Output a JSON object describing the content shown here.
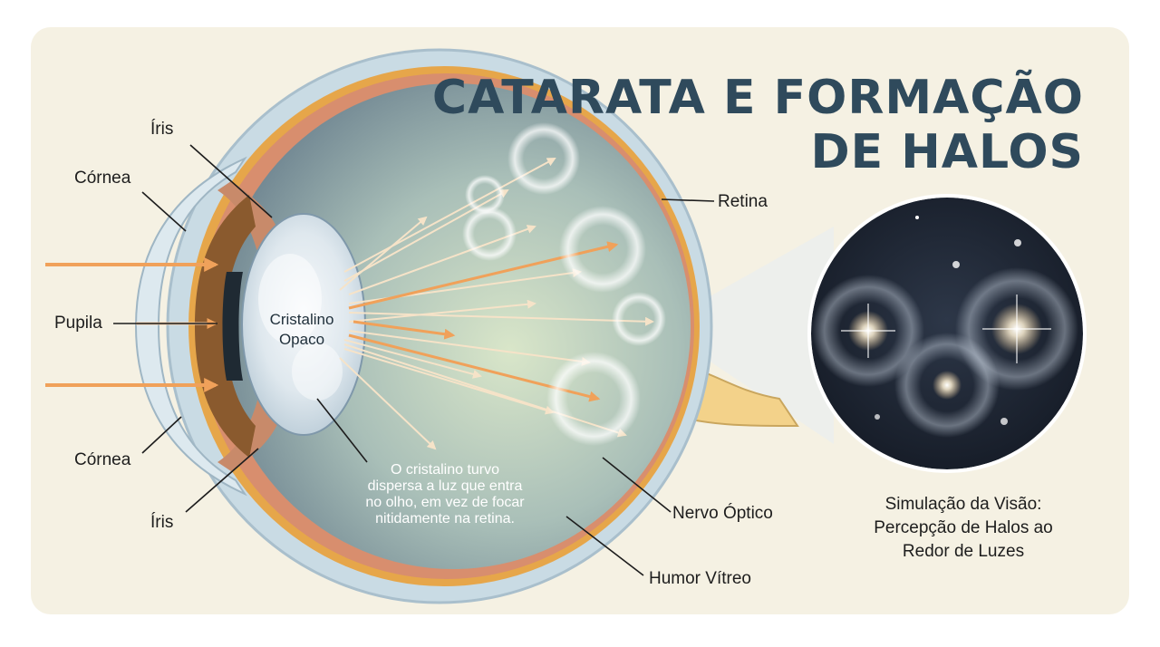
{
  "title": {
    "line1": "CATARATA E FORMAÇÃO",
    "line2": "DE HALOS"
  },
  "labels": {
    "iris_top": "Íris",
    "cornea_top": "Córnea",
    "pupila": "Pupila",
    "cornea_bottom": "Córnea",
    "iris_bottom": "Íris",
    "retina": "Retina",
    "nervo_optico": "Nervo Óptico",
    "humor_vitreo": "Humor Vítreo",
    "cristalino_line1": "Cristalino",
    "cristalino_line2": "Opaco"
  },
  "description": {
    "line1": "O cristalino turvo",
    "line2": "dispersa a luz que entra",
    "line3": "no olho, em vez de focar",
    "line4": "nitidamente na retina."
  },
  "simulation": {
    "line1": "Simulação da Visão:",
    "line2": "Percepção de Halos ao",
    "line3": "Redor de Luzes"
  },
  "colors": {
    "title": "#2f4a5c",
    "light_rays": "#f0a15a",
    "sclera": "#c9dbe4",
    "iris": "#8a5a2e",
    "vitreous": "#9fb7b0",
    "retina": "#e6a64a",
    "night_sky": "#1c2432"
  }
}
